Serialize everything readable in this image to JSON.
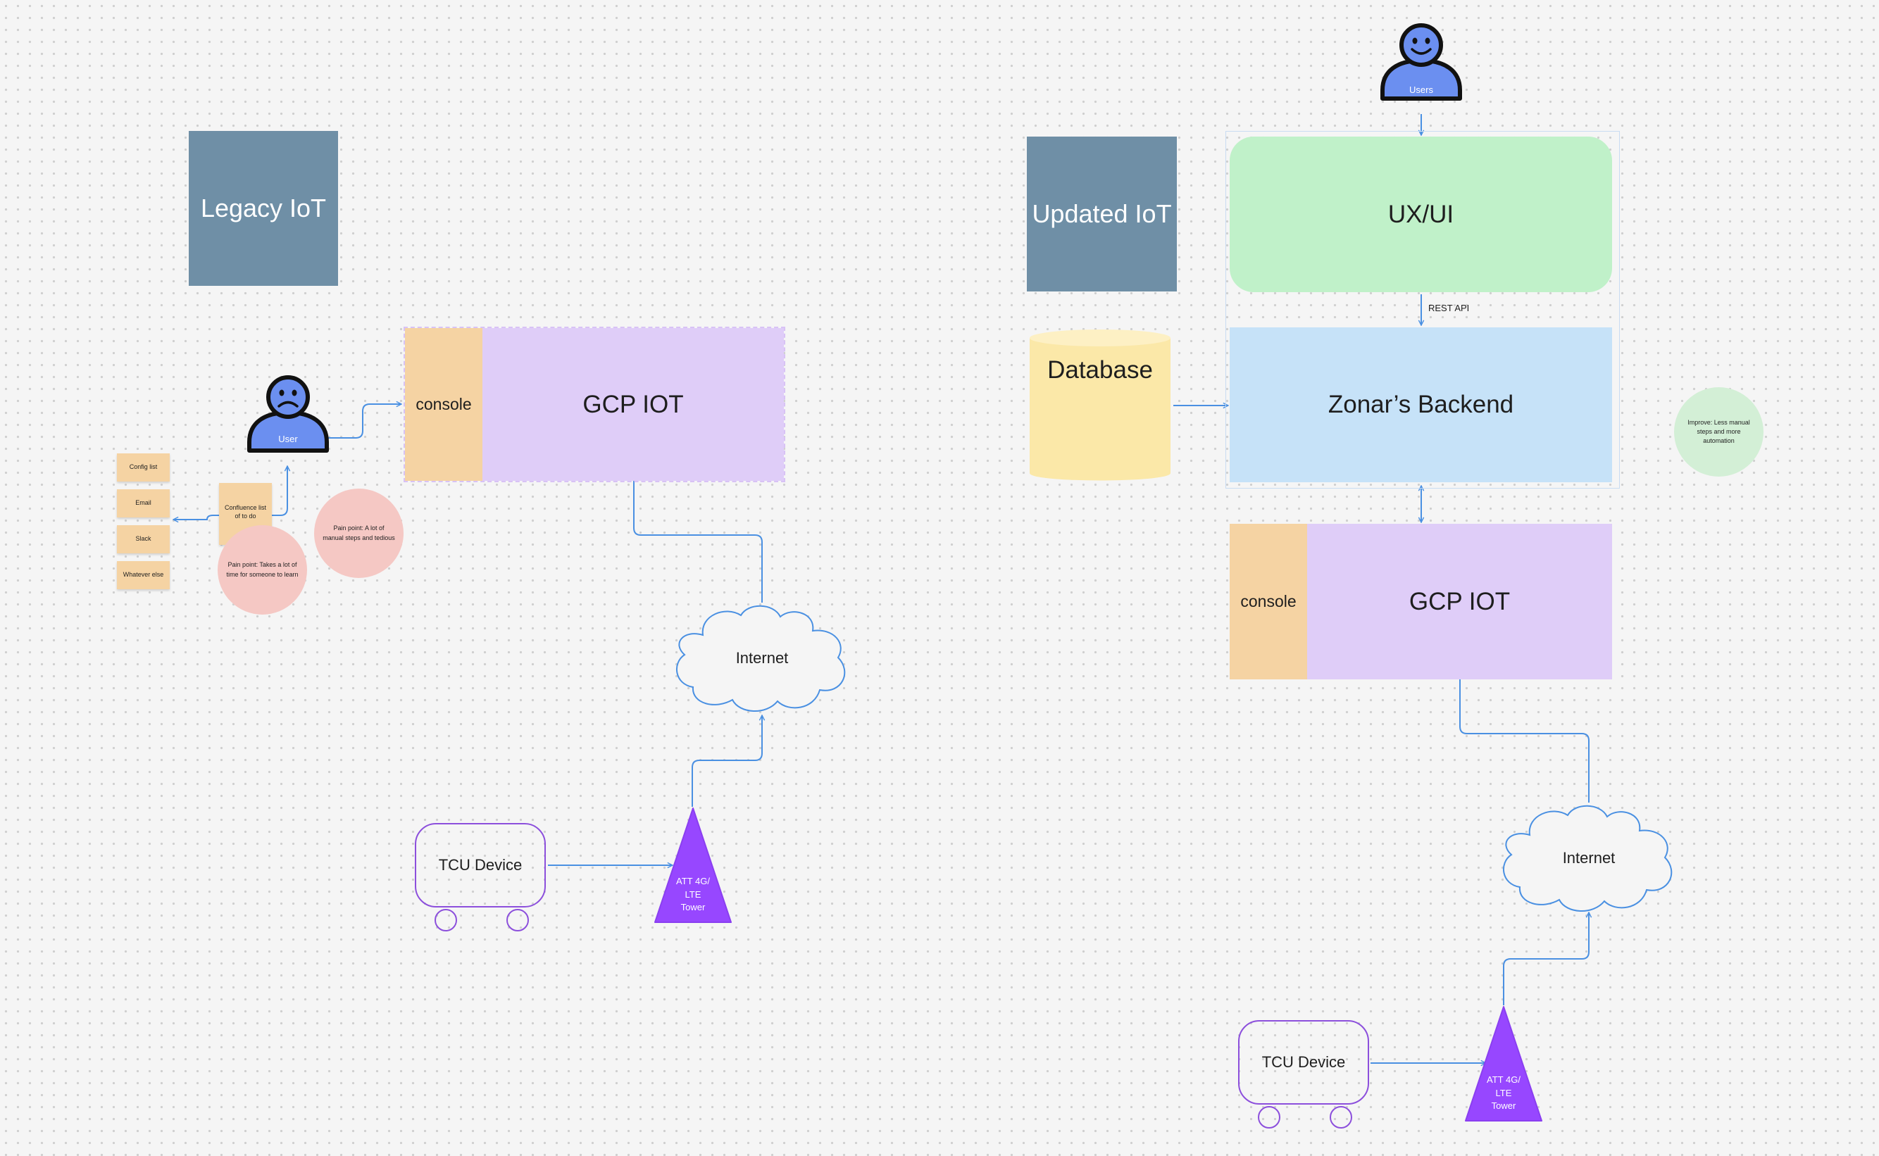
{
  "legacy": {
    "title": "Legacy IoT",
    "user_label": "User",
    "console_label": "console",
    "gcp_label": "GCP IOT",
    "sticky_notes": [
      "Config list",
      "Email",
      "Slack",
      "Whatever else"
    ],
    "confluence_note": "Confluence list of to do",
    "pain_points": [
      "Pain point: A lot of manual steps and tedious",
      "Pain point: Takes a lot of time for someone to learn"
    ],
    "internet_label": "Internet",
    "tcu_label": "TCU Device",
    "tower_label": "ATT 4G/ LTE Tower"
  },
  "updated": {
    "title": "Updated IoT",
    "users_label": "Users",
    "uxui_label": "UX/UI",
    "rest_api_label": "REST API",
    "database_label": "Database",
    "backend_label": "Zonar’s Backend",
    "improve_note": "Improve: Less manual steps and more automation",
    "console_label": "console",
    "gcp_label": "GCP IOT",
    "internet_label": "Internet",
    "tcu_label": "TCU Device",
    "tower_label": "ATT 4G/ LTE Tower"
  },
  "colors": {
    "connector": "#4a90e2",
    "title_card": "#6f8fa6",
    "console": "#f5d3a3",
    "gcp": "#dfcdf8",
    "uxui": "#c0f1c9",
    "backend": "#c6e2f8",
    "database": "#fbe8a8",
    "pain_point": "#f5c8c4",
    "improve": "#d3efd6",
    "tower": "#9747ff",
    "tcu_outline": "#8c4fdc",
    "user_avatar": "#6b8ff0"
  }
}
